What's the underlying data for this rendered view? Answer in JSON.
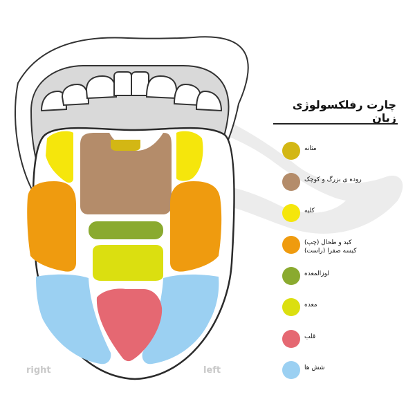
{
  "title": "چارت رفلکسولوژی زبان",
  "side_labels": {
    "right": "right",
    "left": "left"
  },
  "legend": [
    {
      "label": "مثانه",
      "color": "#d3b714"
    },
    {
      "label": "روده ی بزرگ و کوچک",
      "color": "#b48c6a"
    },
    {
      "label": "کلیه",
      "color": "#f5e60c"
    },
    {
      "label": "کبد و طحال (چپ)\nکیسه صفرا (راست)",
      "color": "#ef9b0f"
    },
    {
      "label": "لوزالمعده",
      "color": "#8aaa2f"
    },
    {
      "label": "معده",
      "color": "#dbdf10"
    },
    {
      "label": "قلب",
      "color": "#e56872"
    },
    {
      "label": "شش ها",
      "color": "#9bd0f2"
    }
  ],
  "colors": {
    "mouth_outline": "#333333",
    "mouth_interior": "#d9d9d9",
    "lips": "#ffffff",
    "tongue_outline": "#2b2b2b",
    "watermark": "#e9e9e9"
  }
}
